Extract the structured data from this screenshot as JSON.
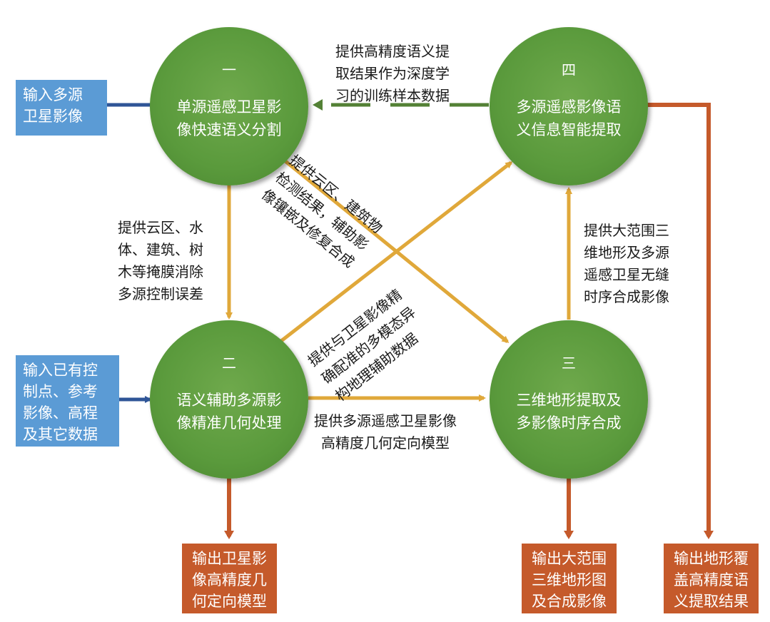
{
  "nodes": {
    "n1": {
      "num": "一",
      "title": "单源遥感卫星影\n像快速语义分割"
    },
    "n2": {
      "num": "二",
      "title": "语义辅助多源影\n像精准几何处理"
    },
    "n3": {
      "num": "三",
      "title": "三维地形提取及\n多影像时序合成"
    },
    "n4": {
      "num": "四",
      "title": "多源遥感影像语\n义信息智能提取"
    }
  },
  "inputs": {
    "in1": "输入多源\n卫星影像",
    "in2": "输入已有控\n制点、参考\n影像、高程\n及其它数据"
  },
  "outputs": {
    "out2": "输出卫星影\n像高精度几\n何定向模型",
    "out3": "输出大范围\n三维地形图\n及合成影像",
    "out4": "输出地形覆\n盖高精度语\n义提取结果"
  },
  "labels": {
    "l41": "提供高精度语义提\n取结果作为深度学\n习的训练样本数据",
    "l12": "提供云区、水\n体、建筑、树\n木等掩膜消除\n多源控制误差",
    "l13": "提供云区、建筑物\n检测结果，辅助影\n像镶嵌及修复合成",
    "l24": "提供与卫星影像精\n确配准的多模态异\n构地理辅助数据",
    "l23": "提供多源遥感卫星影像\n高精度几何定向模型",
    "l34": "提供大范围三\n维地形及多源\n遥感卫星无缝\n时序合成影像"
  },
  "colors": {
    "circle": "#5a9a3c",
    "input_box": "#5b9bd5",
    "output_box": "#c55a2b",
    "orange_arrow": "#e0a83a",
    "blue_arrow": "#2f5597",
    "green_dashed_arrow": "#538135",
    "output_arrow": "#c55a2b"
  }
}
